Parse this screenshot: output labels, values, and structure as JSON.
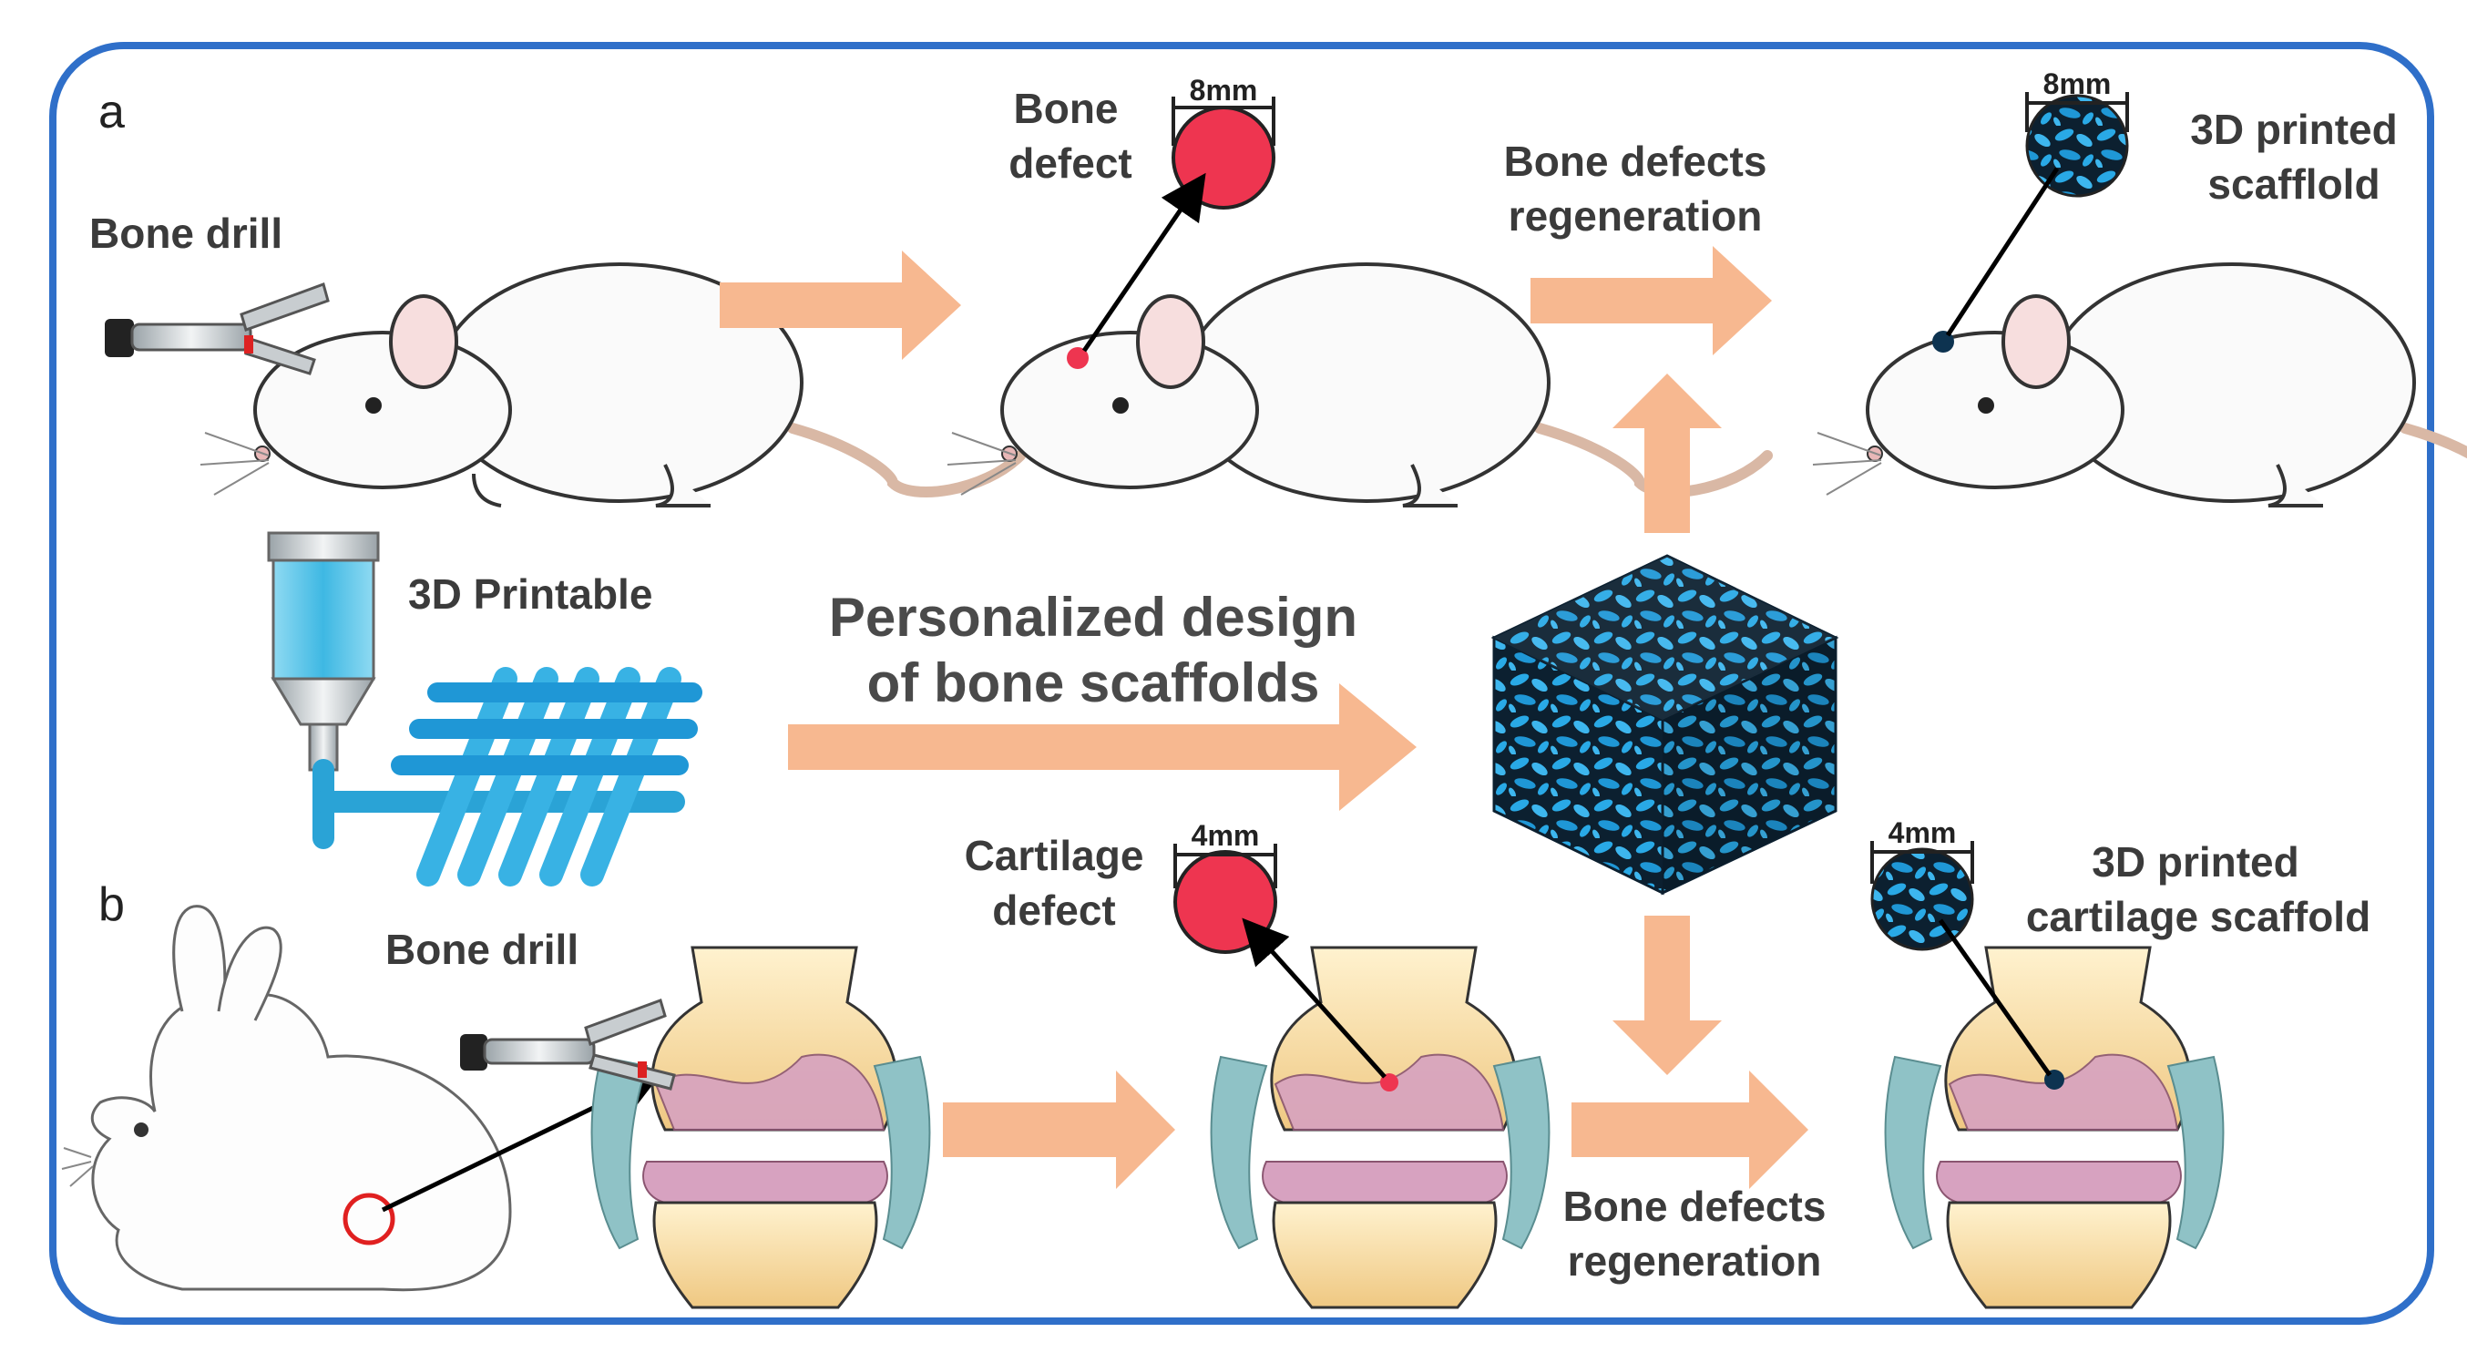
{
  "panels": {
    "a": "a",
    "b": "b"
  },
  "labels": {
    "bone_drill_a": "Bone drill",
    "bone_defect_1": "Bone",
    "bone_defect_2": "defect",
    "size_a": "8mm",
    "regen_a_1": "Bone defects",
    "regen_a_2": "regeneration",
    "scaffold_size_a": "8mm",
    "scaffold_a_1": "3D printed",
    "scaffold_a_2": "scafflold",
    "printable": "3D Printable",
    "design_1": "Personalized design",
    "design_2": "of bone scaffolds",
    "cartilage_defect_1": "Cartilage",
    "cartilage_defect_2": "defect",
    "size_b": "4mm",
    "scaffold_size_b": "4mm",
    "scaffold_b_1": "3D printed",
    "scaffold_b_2": "cartilage scaffold",
    "bone_drill_b": "Bone drill",
    "regen_b_1": "Bone defects",
    "regen_b_2": "regeneration"
  },
  "colors": {
    "frame": "#2f6fc9",
    "arrow": "#f7b890",
    "defect": "#ee3550",
    "scaffold": "#29a9e6",
    "scaffold_dark": "#0c2030",
    "printer_fluid": "#4fc2e6",
    "bone": "#f6dba0",
    "cartilage": "#d7a2c0",
    "meniscus": "#8fc2c6"
  }
}
